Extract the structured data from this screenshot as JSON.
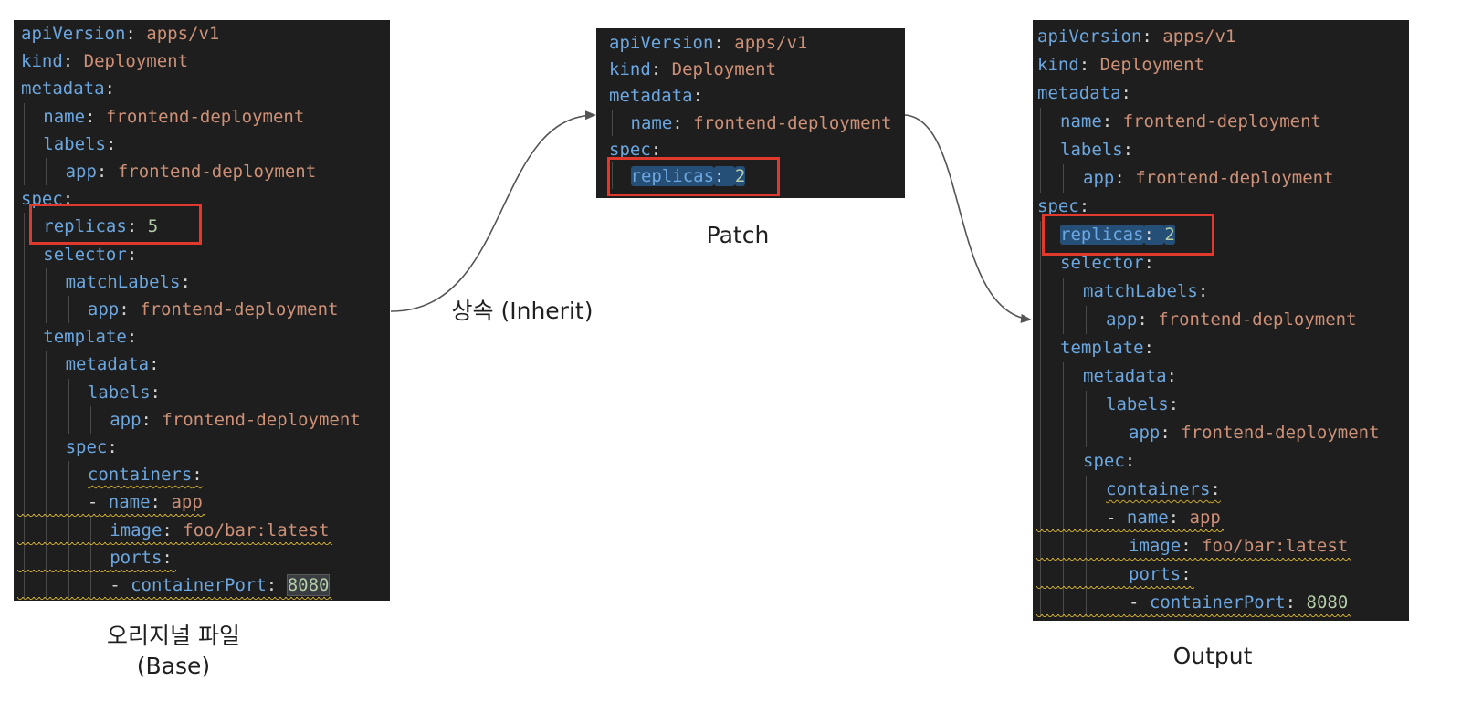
{
  "base": {
    "lines": [
      {
        "indent": 0,
        "parts": [
          {
            "t": "apiVersion",
            "c": "k"
          },
          {
            "t": ": ",
            "c": "p"
          },
          {
            "t": "apps/v1",
            "c": "v"
          }
        ]
      },
      {
        "indent": 0,
        "parts": [
          {
            "t": "kind",
            "c": "k"
          },
          {
            "t": ": ",
            "c": "p"
          },
          {
            "t": "Deployment",
            "c": "v"
          }
        ]
      },
      {
        "indent": 0,
        "parts": [
          {
            "t": "metadata",
            "c": "k"
          },
          {
            "t": ":",
            "c": "p"
          }
        ]
      },
      {
        "indent": 1,
        "parts": [
          {
            "t": "name",
            "c": "k"
          },
          {
            "t": ": ",
            "c": "p"
          },
          {
            "t": "frontend-deployment",
            "c": "v"
          }
        ]
      },
      {
        "indent": 1,
        "parts": [
          {
            "t": "labels",
            "c": "k"
          },
          {
            "t": ":",
            "c": "p"
          }
        ]
      },
      {
        "indent": 2,
        "parts": [
          {
            "t": "app",
            "c": "k"
          },
          {
            "t": ": ",
            "c": "p"
          },
          {
            "t": "frontend-deployment",
            "c": "v"
          }
        ]
      },
      {
        "indent": 0,
        "parts": [
          {
            "t": "spec",
            "c": "k"
          },
          {
            "t": ":",
            "c": "p"
          }
        ]
      },
      {
        "indent": 1,
        "parts": [
          {
            "t": "replicas",
            "c": "k"
          },
          {
            "t": ": ",
            "c": "p"
          },
          {
            "t": "5",
            "c": "n"
          }
        ]
      },
      {
        "indent": 1,
        "parts": [
          {
            "t": "selector",
            "c": "k"
          },
          {
            "t": ":",
            "c": "p"
          }
        ]
      },
      {
        "indent": 2,
        "parts": [
          {
            "t": "matchLabels",
            "c": "k"
          },
          {
            "t": ":",
            "c": "p"
          }
        ]
      },
      {
        "indent": 3,
        "parts": [
          {
            "t": "app",
            "c": "k"
          },
          {
            "t": ": ",
            "c": "p"
          },
          {
            "t": "frontend-deployment",
            "c": "v"
          }
        ]
      },
      {
        "indent": 1,
        "parts": [
          {
            "t": "template",
            "c": "k"
          },
          {
            "t": ":",
            "c": "p"
          }
        ]
      },
      {
        "indent": 2,
        "parts": [
          {
            "t": "metadata",
            "c": "k"
          },
          {
            "t": ":",
            "c": "p"
          }
        ]
      },
      {
        "indent": 3,
        "parts": [
          {
            "t": "labels",
            "c": "k"
          },
          {
            "t": ":",
            "c": "p"
          }
        ]
      },
      {
        "indent": 4,
        "parts": [
          {
            "t": "app",
            "c": "k"
          },
          {
            "t": ": ",
            "c": "p"
          },
          {
            "t": "frontend-deployment",
            "c": "v"
          }
        ]
      },
      {
        "indent": 2,
        "parts": [
          {
            "t": "spec",
            "c": "k"
          },
          {
            "t": ":",
            "c": "p"
          }
        ]
      },
      {
        "indent": 3,
        "parts": [
          {
            "t": "containers",
            "c": "k sq"
          },
          {
            "t": ":",
            "c": "p sq"
          }
        ]
      },
      {
        "indent": 3,
        "parts": [
          {
            "t": "- ",
            "c": "dash"
          },
          {
            "t": "name",
            "c": "k"
          },
          {
            "t": ": ",
            "c": "p"
          },
          {
            "t": "app",
            "c": "v"
          }
        ]
      },
      {
        "indent": 4,
        "parts": [
          {
            "t": "image",
            "c": "k"
          },
          {
            "t": ": ",
            "c": "p"
          },
          {
            "t": "foo/bar:latest",
            "c": "v"
          }
        ]
      },
      {
        "indent": 4,
        "parts": [
          {
            "t": "ports",
            "c": "k"
          },
          {
            "t": ":",
            "c": "p"
          }
        ]
      },
      {
        "indent": 4,
        "parts": [
          {
            "t": "- ",
            "c": "dash"
          },
          {
            "t": "containerPort",
            "c": "k"
          },
          {
            "t": ": ",
            "c": "p"
          },
          {
            "t": "8080",
            "c": "n cursor-box"
          }
        ]
      }
    ]
  },
  "patch": {
    "lines": [
      {
        "indent": 0,
        "parts": [
          {
            "t": "apiVersion",
            "c": "k"
          },
          {
            "t": ": ",
            "c": "p"
          },
          {
            "t": "apps/v1",
            "c": "v"
          }
        ]
      },
      {
        "indent": 0,
        "parts": [
          {
            "t": "kind",
            "c": "k"
          },
          {
            "t": ": ",
            "c": "p"
          },
          {
            "t": "Deployment",
            "c": "v"
          }
        ]
      },
      {
        "indent": 0,
        "parts": [
          {
            "t": "metadata",
            "c": "k"
          },
          {
            "t": ":",
            "c": "p"
          }
        ]
      },
      {
        "indent": 1,
        "parts": [
          {
            "t": "name",
            "c": "k"
          },
          {
            "t": ": ",
            "c": "p"
          },
          {
            "t": "frontend-deployment",
            "c": "v"
          }
        ]
      },
      {
        "indent": 0,
        "parts": [
          {
            "t": "spec",
            "c": "k"
          },
          {
            "t": ":",
            "c": "p"
          }
        ]
      },
      {
        "indent": 1,
        "parts": [
          {
            "t": "replicas",
            "c": "k hl"
          },
          {
            "t": ": ",
            "c": "p hl"
          },
          {
            "t": "2",
            "c": "n hl"
          }
        ]
      }
    ]
  },
  "output": {
    "lines": [
      {
        "indent": 0,
        "parts": [
          {
            "t": "apiVersion",
            "c": "k"
          },
          {
            "t": ": ",
            "c": "p"
          },
          {
            "t": "apps/v1",
            "c": "v"
          }
        ]
      },
      {
        "indent": 0,
        "parts": [
          {
            "t": "kind",
            "c": "k"
          },
          {
            "t": ": ",
            "c": "p"
          },
          {
            "t": "Deployment",
            "c": "v"
          }
        ]
      },
      {
        "indent": 0,
        "parts": [
          {
            "t": "metadata",
            "c": "k"
          },
          {
            "t": ":",
            "c": "p"
          }
        ]
      },
      {
        "indent": 1,
        "parts": [
          {
            "t": "name",
            "c": "k"
          },
          {
            "t": ": ",
            "c": "p"
          },
          {
            "t": "frontend-deployment",
            "c": "v"
          }
        ]
      },
      {
        "indent": 1,
        "parts": [
          {
            "t": "labels",
            "c": "k"
          },
          {
            "t": ":",
            "c": "p"
          }
        ]
      },
      {
        "indent": 2,
        "parts": [
          {
            "t": "app",
            "c": "k"
          },
          {
            "t": ": ",
            "c": "p"
          },
          {
            "t": "frontend-deployment",
            "c": "v"
          }
        ]
      },
      {
        "indent": 0,
        "parts": [
          {
            "t": "spec",
            "c": "k"
          },
          {
            "t": ":",
            "c": "p"
          }
        ]
      },
      {
        "indent": 1,
        "parts": [
          {
            "t": "replicas",
            "c": "k hl"
          },
          {
            "t": ": ",
            "c": "p hl"
          },
          {
            "t": "2",
            "c": "n hl"
          }
        ]
      },
      {
        "indent": 1,
        "parts": [
          {
            "t": "selector",
            "c": "k"
          },
          {
            "t": ":",
            "c": "p"
          }
        ]
      },
      {
        "indent": 2,
        "parts": [
          {
            "t": "matchLabels",
            "c": "k"
          },
          {
            "t": ":",
            "c": "p"
          }
        ]
      },
      {
        "indent": 3,
        "parts": [
          {
            "t": "app",
            "c": "k"
          },
          {
            "t": ": ",
            "c": "p"
          },
          {
            "t": "frontend-deployment",
            "c": "v"
          }
        ]
      },
      {
        "indent": 1,
        "parts": [
          {
            "t": "template",
            "c": "k"
          },
          {
            "t": ":",
            "c": "p"
          }
        ]
      },
      {
        "indent": 2,
        "parts": [
          {
            "t": "metadata",
            "c": "k"
          },
          {
            "t": ":",
            "c": "p"
          }
        ]
      },
      {
        "indent": 3,
        "parts": [
          {
            "t": "labels",
            "c": "k"
          },
          {
            "t": ":",
            "c": "p"
          }
        ]
      },
      {
        "indent": 4,
        "parts": [
          {
            "t": "app",
            "c": "k"
          },
          {
            "t": ": ",
            "c": "p"
          },
          {
            "t": "frontend-deployment",
            "c": "v"
          }
        ]
      },
      {
        "indent": 2,
        "parts": [
          {
            "t": "spec",
            "c": "k"
          },
          {
            "t": ":",
            "c": "p"
          }
        ]
      },
      {
        "indent": 3,
        "parts": [
          {
            "t": "containers",
            "c": "k sq"
          },
          {
            "t": ":",
            "c": "p sq"
          }
        ]
      },
      {
        "indent": 3,
        "parts": [
          {
            "t": "- ",
            "c": "dash"
          },
          {
            "t": "name",
            "c": "k"
          },
          {
            "t": ": ",
            "c": "p"
          },
          {
            "t": "app",
            "c": "v"
          }
        ]
      },
      {
        "indent": 4,
        "parts": [
          {
            "t": "image",
            "c": "k"
          },
          {
            "t": ": ",
            "c": "p"
          },
          {
            "t": "foo/bar:latest",
            "c": "v"
          }
        ]
      },
      {
        "indent": 4,
        "parts": [
          {
            "t": "ports",
            "c": "k"
          },
          {
            "t": ":",
            "c": "p"
          }
        ]
      },
      {
        "indent": 4,
        "parts": [
          {
            "t": "- ",
            "c": "dash"
          },
          {
            "t": "containerPort",
            "c": "k"
          },
          {
            "t": ": ",
            "c": "p"
          },
          {
            "t": "8080",
            "c": "n"
          }
        ]
      }
    ]
  },
  "captions": {
    "base_line1": "오리지널 파일",
    "base_line2": "(Base)",
    "patch": "Patch",
    "inherit": "상속 (Inherit)",
    "output": "Output"
  },
  "colors": {
    "editor_bg": "#1e1e1e",
    "key": "#6ca7e0",
    "value": "#ce9178",
    "number": "#b5cea8",
    "highlight_box": "#e03a2f",
    "arrow": "#555555"
  }
}
